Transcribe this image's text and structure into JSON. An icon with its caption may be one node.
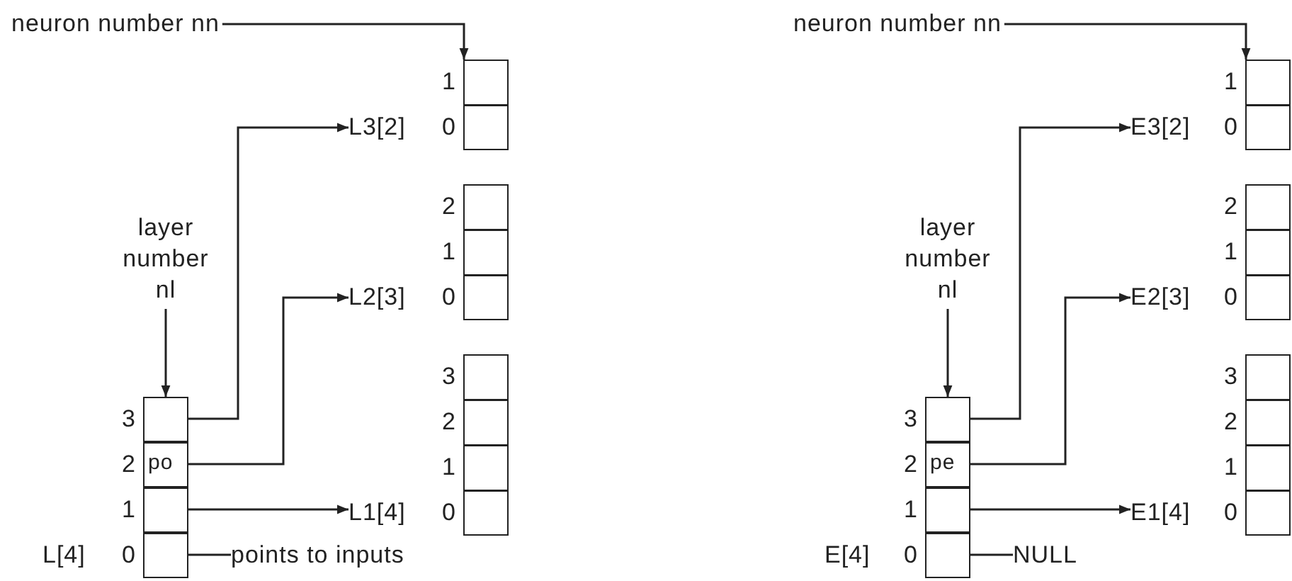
{
  "diagram": {
    "nodes": [
      {
        "text": [
          "neuron number nn"
        ]
      },
      {
        "text": [
          "L3[2]"
        ]
      },
      {
        "text": [],
        "shape": "box",
        "beside": [
          "1",
          "0"
        ]
      },
      {
        "text": [
          "L2[3]"
        ]
      },
      {
        "text": [],
        "shape": "box",
        "beside": [
          "2",
          "1",
          "0"
        ]
      },
      {
        "text": [
          "L1[4]"
        ]
      },
      {
        "text": [],
        "shape": "box",
        "beside": [
          "3",
          "2",
          "1",
          "0"
        ]
      },
      {
        "text": [
          "layer number nl"
        ]
      },
      {
        "text": [],
        "shape": "box",
        "beside": [
          "3",
          "2",
          "1",
          "0"
        ]
      },
      {
        "text": [],
        "shape": "box",
        "in": 8
      },
      {
        "text": [
          "po"
        ],
        "in": 8
      },
      {
        "text": [],
        "shape": "box",
        "in": 8
      },
      {
        "text": [],
        "shape": "box",
        "in": 8
      },
      {
        "text": [
          "points to inputs"
        ]
      },
      {
        "text": [
          "neuron number nn"
        ]
      },
      {
        "text": [
          "E3[2]"
        ]
      },
      {
        "text": [],
        "shape": "box",
        "beside": [
          "1",
          "0"
        ]
      },
      {
        "text": [
          "E2[3]"
        ]
      },
      {
        "text": [],
        "shape": "box",
        "beside": [
          "2",
          "1",
          "0"
        ]
      },
      {
        "text": [
          "E1[4]"
        ]
      },
      {
        "text": [],
        "shape": "box",
        "beside": [
          "3",
          "2",
          "1",
          "0"
        ]
      },
      {
        "text": [
          "layer number nl"
        ]
      },
      {
        "text": [],
        "shape": "box",
        "beside": [
          "3",
          "2",
          "1",
          "0"
        ]
      },
      {
        "text": [],
        "shape": "box",
        "in": 22
      },
      {
        "text": [
          "pe"
        ],
        "in": 22
      },
      {
        "text": [],
        "shape": "box",
        "in": 22
      },
      {
        "text": [],
        "shape": "box",
        "in": 22
      },
      {
        "text": [
          "NULL"
        ]
      }
    ],
    "edges": [
      {
        "from": 0,
        "to": 2,
        "arrow": "to"
      },
      {
        "from": 7,
        "to": 8,
        "arrow": "to"
      },
      {
        "from": 9,
        "to": 1,
        "arrow": "to"
      },
      {
        "from": 10,
        "to": 3,
        "arrow": "to"
      },
      {
        "from": 11,
        "to": 5,
        "arrow": "to"
      },
      {
        "from": 12,
        "to": 13,
        "arrow": "none"
      },
      {
        "from": 14,
        "to": 16,
        "arrow": "to"
      },
      {
        "from": 21,
        "to": 22,
        "arrow": "to"
      },
      {
        "from": 23,
        "to": 15,
        "arrow": "to"
      },
      {
        "from": 24,
        "to": 17,
        "arrow": "to"
      },
      {
        "from": 25,
        "to": 19,
        "arrow": "to"
      },
      {
        "from": 26,
        "to": 27,
        "arrow": "none"
      }
    ],
    "labels": [
      "L[4]",
      "E[4]"
    ]
  }
}
